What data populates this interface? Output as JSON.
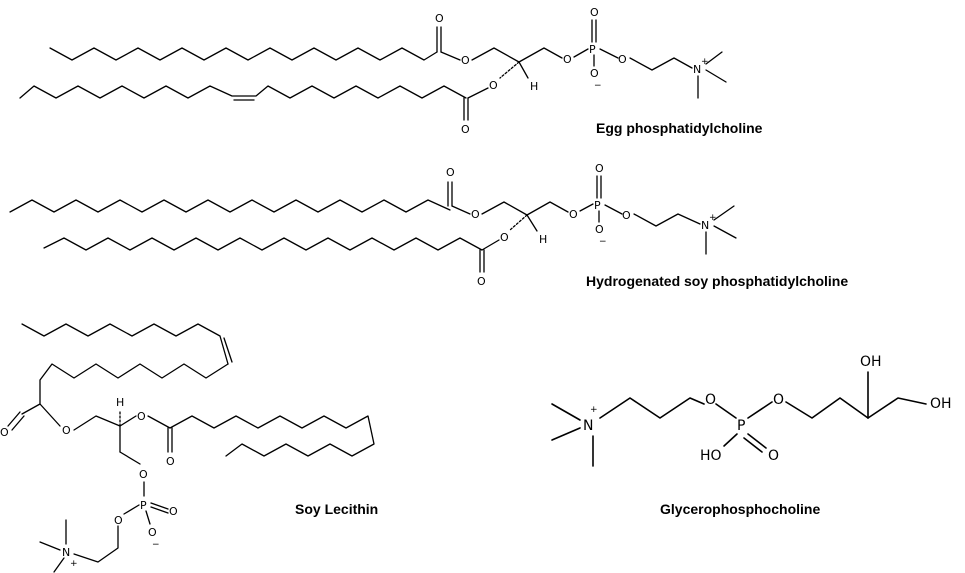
{
  "captions": {
    "egg_pc": "Egg phosphatidylcholine",
    "hspc": "Hydrogenated soy phosphatidylcholine",
    "soy_lecithin": "Soy Lecithin",
    "gpc": "Glycerophosphocholine"
  },
  "atoms": {
    "O": "O",
    "P": "P",
    "N": "N",
    "H": "H",
    "OH": "OH",
    "HO": "HO",
    "plus": "+",
    "minus": "−"
  }
}
